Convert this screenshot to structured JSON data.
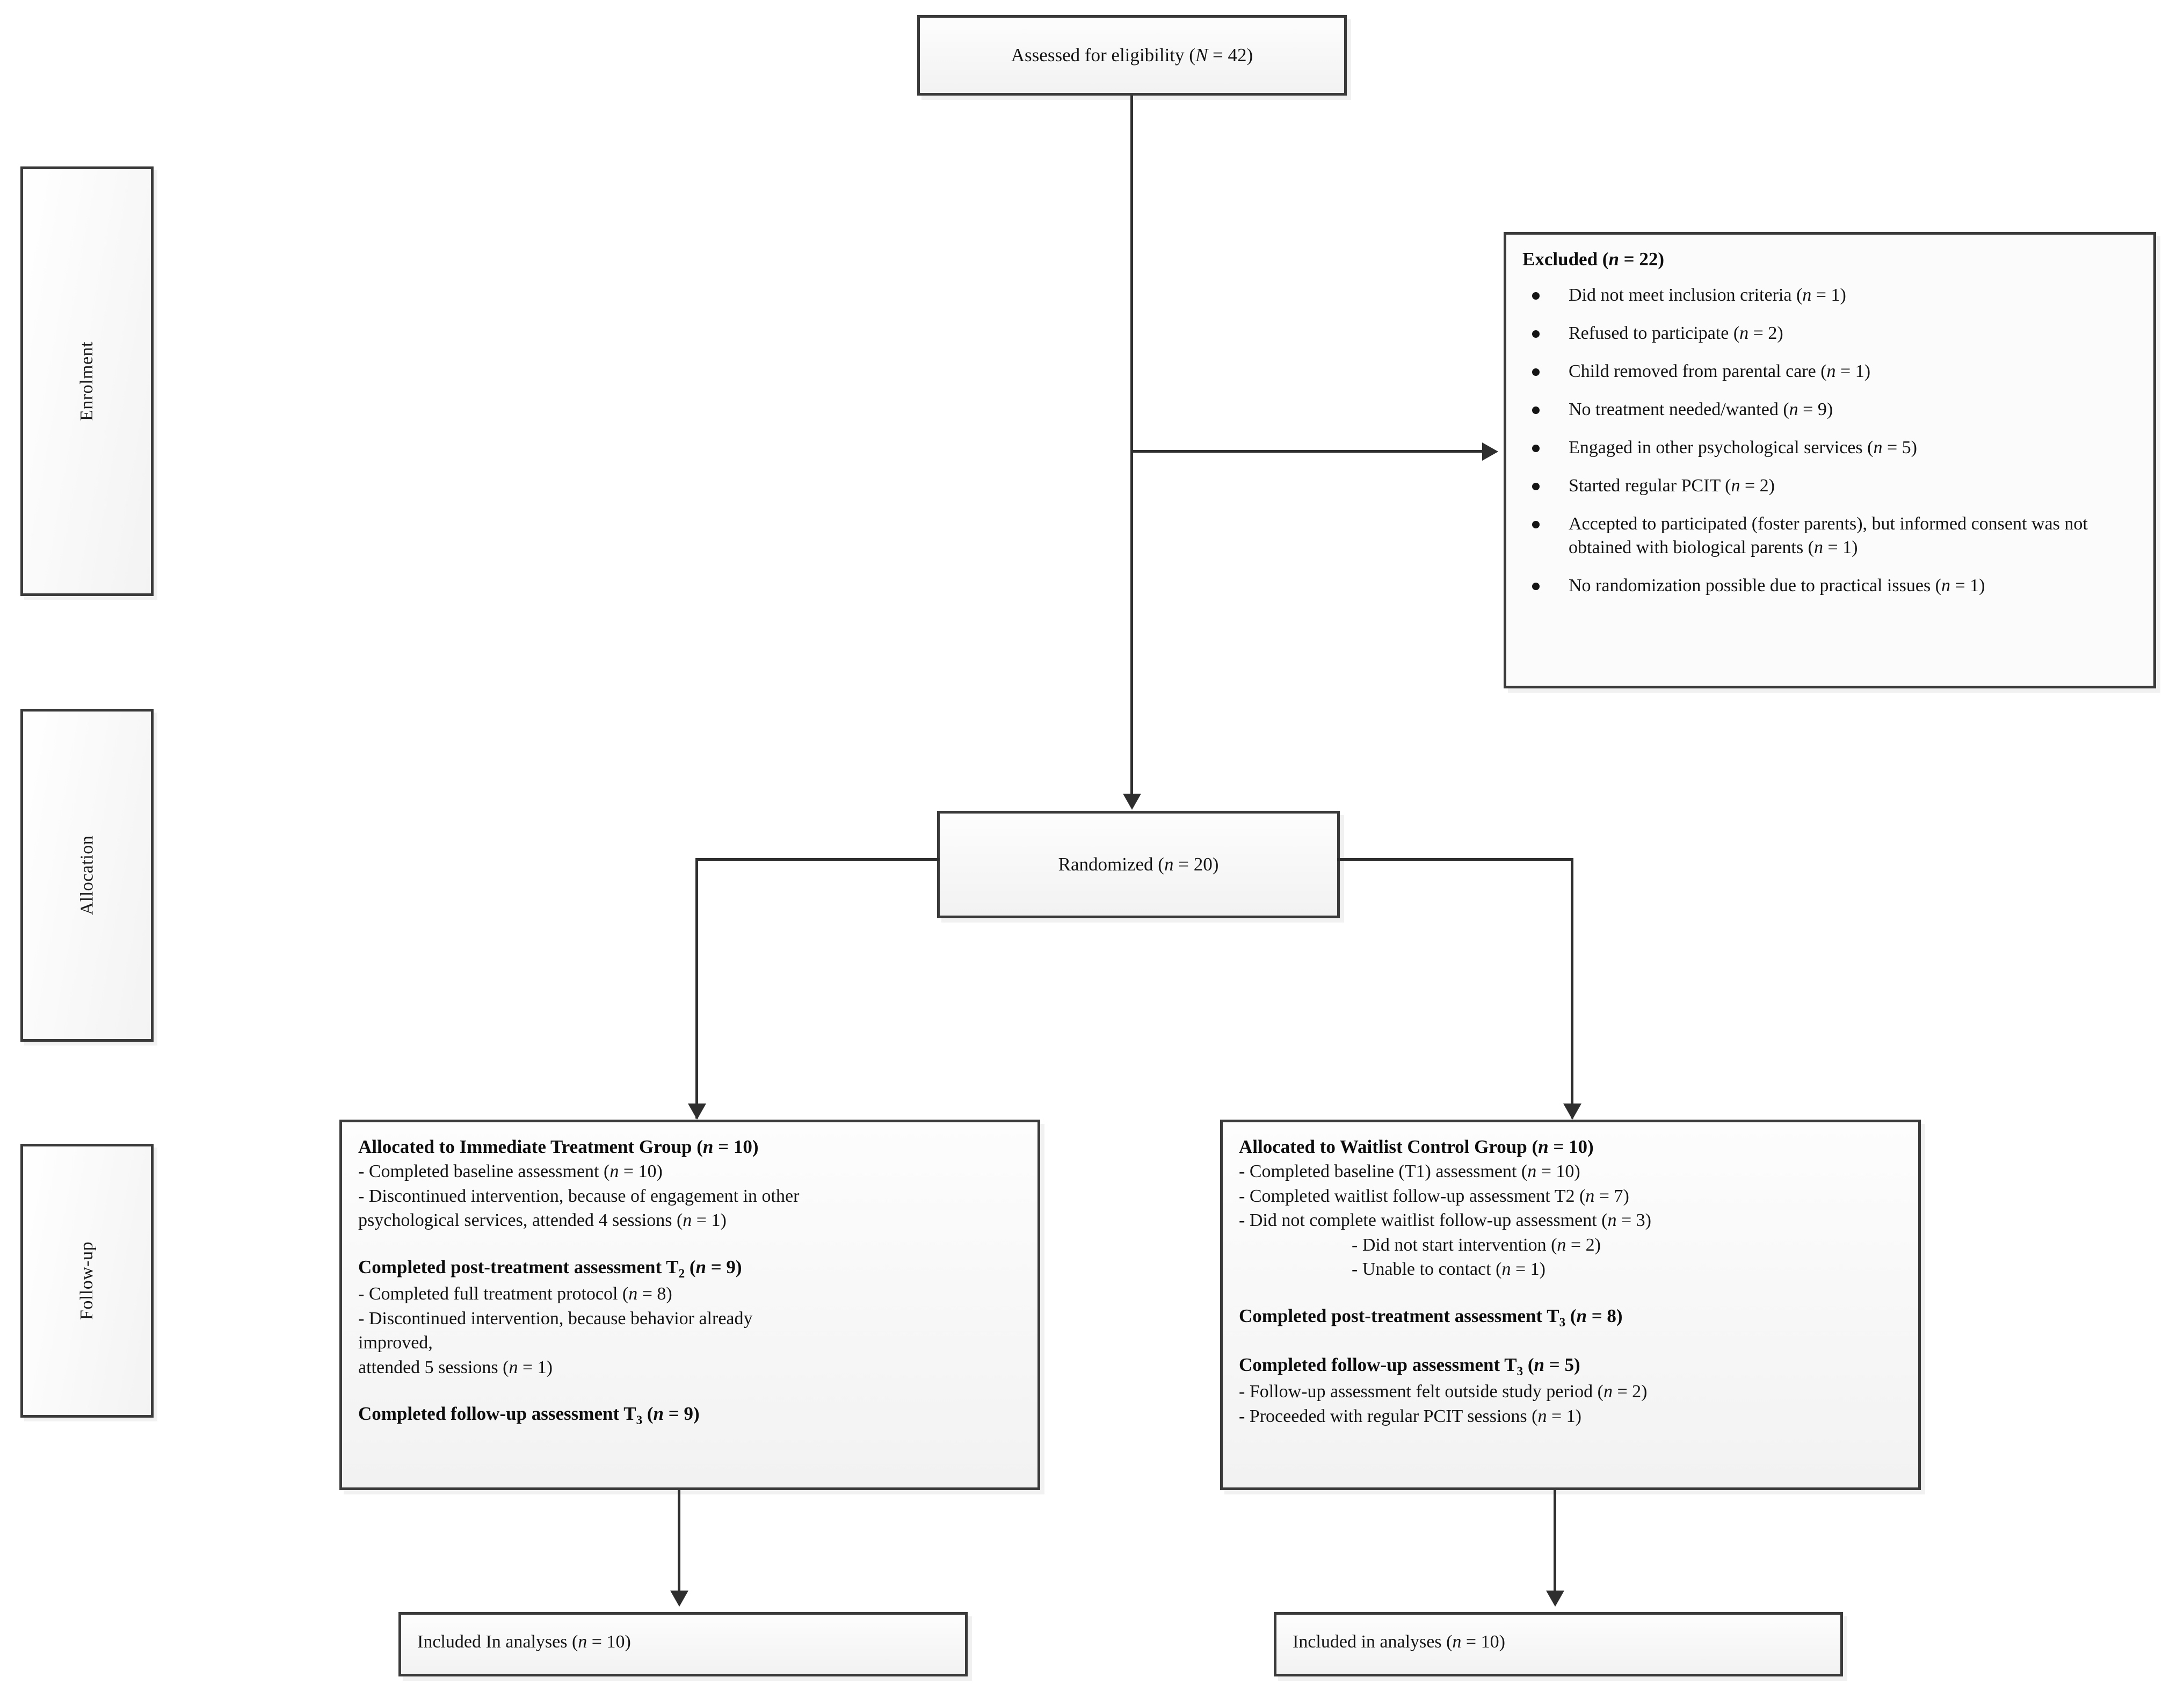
{
  "diagram": {
    "type": "CONSORT participant flow diagram",
    "phases": [
      {
        "label": "Enrolment"
      },
      {
        "label": "Allocation"
      },
      {
        "label": "Follow-up"
      }
    ],
    "assessed": {
      "text": "Assessed for eligibility (N = 42)",
      "prefix": "Assessed for eligibility (",
      "symbol": "N",
      "suffix": " = 42)"
    },
    "excluded": {
      "header_prefix": "Excluded (",
      "header_symbol": "n",
      "header_suffix": " = 22)",
      "items": [
        {
          "text": "Did not meet inclusion criteria (",
          "symbol": "n",
          "tail": " = 1)"
        },
        {
          "text": "Refused to participate (",
          "symbol": "n",
          "tail": " = 2)"
        },
        {
          "text": "Child removed from parental care (",
          "symbol": "n",
          "tail": " = 1)"
        },
        {
          "text": "No treatment needed/wanted (",
          "symbol": "n",
          "tail": " = 9)"
        },
        {
          "text": "Engaged in other psychological services (",
          "symbol": "n",
          "tail": " = 5)"
        },
        {
          "text": "Started regular PCIT (",
          "symbol": "n",
          "tail": " = 2)"
        },
        {
          "text": "Accepted to participated (foster parents), but informed consent was not obtained with biological parents (",
          "symbol": "n",
          "tail": " = 1)"
        },
        {
          "text": "No randomization possible due to practical issues (",
          "symbol": "n",
          "tail": " = 1)"
        }
      ]
    },
    "randomized": {
      "prefix": "Randomized (",
      "symbol": "n",
      "suffix": " = 20)"
    },
    "left_arm": {
      "header_prefix": "Allocated to Immediate Treatment Group (",
      "header_symbol": "n",
      "header_suffix": " = 10)",
      "line1_prefix": "- Completed baseline assessment (",
      "line1_symbol": "n",
      "line1_suffix": " = 10)",
      "line2_prefix": "- Discontinued intervention, because of engagement in other",
      "line3_prefix": "  psychological services, attended 4 sessions (",
      "line3_symbol": "n",
      "line3_suffix": " = 1)",
      "post_header_prefix": "Completed post-treatment assessment T",
      "post_header_sub": "2",
      "post_header_mid": " (",
      "post_header_symbol": "n",
      "post_header_suffix": " = 9)",
      "post_line1_prefix": "- Completed full treatment protocol (",
      "post_line1_symbol": "n",
      "post_line1_suffix": " = 8)",
      "post_line2": "- Discontinued intervention, because behavior already",
      "post_line3": "improved,",
      "post_line4_prefix": "   attended 5 sessions (",
      "post_line4_symbol": "n",
      "post_line4_suffix": " = 1)",
      "fu_header_prefix": "Completed follow-up assessment T",
      "fu_header_sub": "3",
      "fu_header_mid": " (",
      "fu_header_symbol": "n",
      "fu_header_suffix": " = 9)"
    },
    "right_arm": {
      "header_prefix": "Allocated to Waitlist Control Group (",
      "header_symbol": "n",
      "header_suffix": " = 10)",
      "line1_prefix": "-  Completed baseline (T1) assessment (",
      "line1_symbol": "n",
      "line1_suffix": " = 10)",
      "line2_prefix": "-  Completed waitlist follow-up assessment T2 (",
      "line2_symbol": "n",
      "line2_suffix": " = 7)",
      "line3_prefix": "-  Did not complete waitlist follow-up assessment (",
      "line3_symbol": "n",
      "line3_suffix": " = 3)",
      "sub1_prefix": "- Did not start intervention (",
      "sub1_symbol": "n",
      "sub1_suffix": " = 2)",
      "sub2_prefix": "- Unable to contact (",
      "sub2_symbol": "n",
      "sub2_suffix": " = 1)",
      "post_header_prefix": "Completed post-treatment assessment T",
      "post_header_sub": "3",
      "post_header_mid": " (",
      "post_header_symbol": "n",
      "post_header_suffix": " = 8)",
      "fu_header_prefix": "Completed follow-up assessment T",
      "fu_header_sub": "3",
      "fu_header_mid": " (",
      "fu_header_symbol": "n",
      "fu_header_suffix": " = 5)",
      "fu_line1_prefix": "- Follow-up assessment felt outside study period (",
      "fu_line1_symbol": "n",
      "fu_line1_suffix": " = 2)",
      "fu_line2_prefix": "- Proceeded with regular PCIT sessions (",
      "fu_line2_symbol": "n",
      "fu_line2_suffix": " = 1)"
    },
    "included_left": {
      "prefix": "Included In analyses (",
      "symbol": "n",
      "suffix": " = 10)"
    },
    "included_right": {
      "prefix": "Included in analyses (",
      "symbol": "n",
      "suffix": " = 10)"
    },
    "colors": {
      "border": "#3a3a3a",
      "connector": "#2e2e2e",
      "box_fill": "#f5f5f5",
      "text": "#141414"
    }
  }
}
